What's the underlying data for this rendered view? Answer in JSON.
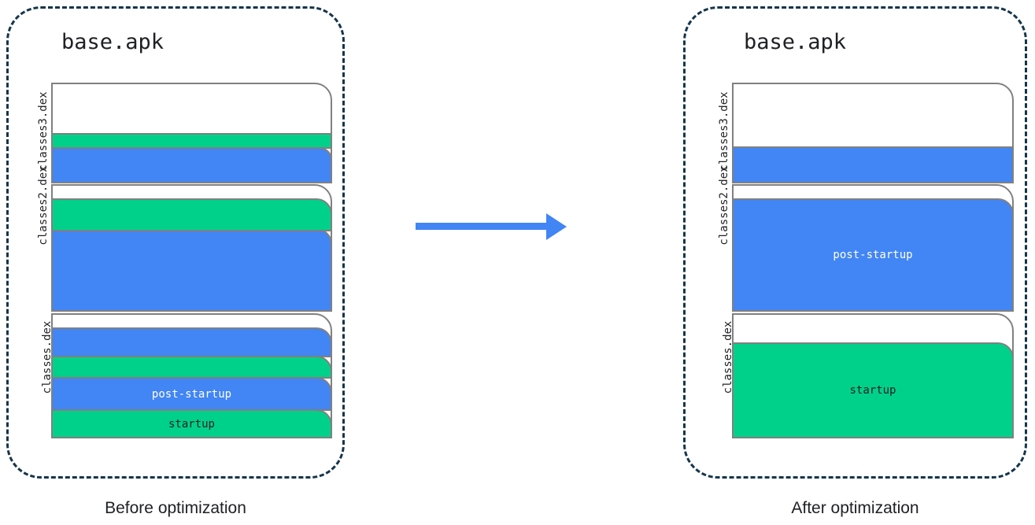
{
  "diagram": {
    "title_left": "base.apk",
    "title_right": "base.apk",
    "caption_left": "Before optimization",
    "caption_right": "After optimization",
    "legend_labels": {
      "startup": "startup",
      "post_startup": "post-startup"
    },
    "colors": {
      "startup_green": "#00D18A",
      "post_startup_blue": "#4285F4",
      "container_dash": "#15354a",
      "box_border": "#808080",
      "arrow": "#4285F4",
      "empty_white": "#FFFFFF"
    }
  },
  "before": {
    "panel_label": "base.apk",
    "caption": "Before optimization",
    "dex_files": [
      {
        "name": "classes3.dex",
        "segments": [
          {
            "kind": "empty",
            "label": "",
            "share_pct": 52
          },
          {
            "kind": "startup",
            "label": "",
            "share_pct": 15
          },
          {
            "kind": "post-startup",
            "label": "",
            "share_pct": 33
          }
        ]
      },
      {
        "name": "classes2.dex",
        "segments": [
          {
            "kind": "empty",
            "label": "",
            "share_pct": 11
          },
          {
            "kind": "startup",
            "label": "",
            "share_pct": 24
          },
          {
            "kind": "post-startup",
            "label": "",
            "share_pct": 65
          }
        ]
      },
      {
        "name": "classes.dex",
        "segments": [
          {
            "kind": "empty",
            "label": "",
            "share_pct": 12
          },
          {
            "kind": "post-startup",
            "label": "",
            "share_pct": 22
          },
          {
            "kind": "startup",
            "label": "",
            "share_pct": 17
          },
          {
            "kind": "post-startup",
            "label": "post-startup",
            "share_pct": 27
          },
          {
            "kind": "startup",
            "label": "startup",
            "share_pct": 22
          }
        ]
      }
    ]
  },
  "after": {
    "panel_label": "base.apk",
    "caption": "After optimization",
    "dex_files": [
      {
        "name": "classes3.dex",
        "segments": [
          {
            "kind": "empty",
            "label": "",
            "share_pct": 67
          },
          {
            "kind": "post-startup",
            "label": "",
            "share_pct": 33
          }
        ]
      },
      {
        "name": "classes2.dex",
        "segments": [
          {
            "kind": "empty",
            "label": "",
            "share_pct": 11
          },
          {
            "kind": "post-startup",
            "label": "post-startup",
            "share_pct": 89
          }
        ]
      },
      {
        "name": "classes.dex",
        "segments": [
          {
            "kind": "empty",
            "label": "",
            "share_pct": 24
          },
          {
            "kind": "startup",
            "label": "startup",
            "share_pct": 76
          }
        ]
      }
    ]
  },
  "arrow": {
    "name": "transformation-arrow",
    "direction": "right"
  }
}
